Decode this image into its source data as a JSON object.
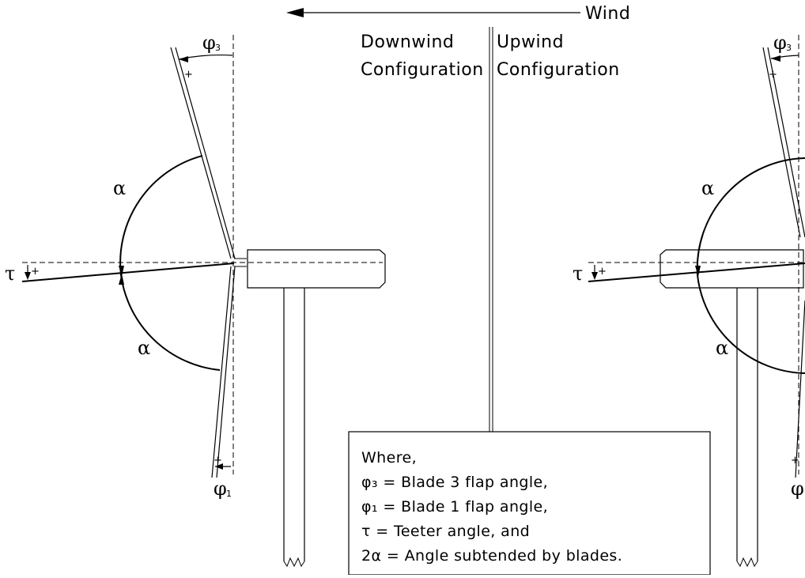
{
  "wind": {
    "label": "Wind"
  },
  "left": {
    "title_line1": "Downwind",
    "title_line2": "Configuration"
  },
  "right": {
    "title_line1": "Upwind",
    "title_line2": "Configuration"
  },
  "symbols": {
    "phi": "φ",
    "alpha": "α",
    "tau": "τ",
    "sub3": "3",
    "sub1": "1",
    "plus": "+"
  },
  "legend": {
    "line0": "Where,",
    "line1": "φ₃ =  Blade 3 flap angle,",
    "line2": "φ₁ =  Blade 1 flap angle,",
    "line3": "τ  =  Teeter angle, and",
    "line4": "2α =  Angle subtended by blades."
  }
}
